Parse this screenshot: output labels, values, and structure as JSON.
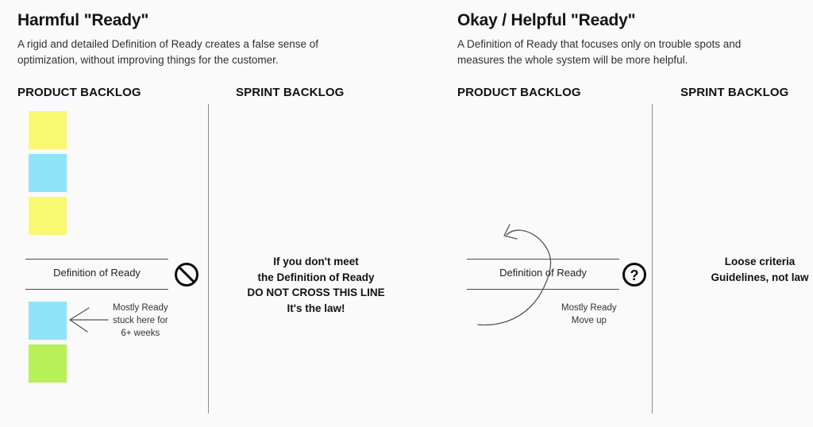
{
  "colors": {
    "background": "#FAFAFA",
    "note_yellow": "#F9F871",
    "note_blue": "#90E4F8",
    "note_green": "#B8F05A",
    "divider": "#8C8C8C",
    "text": "#1A1A1A",
    "line": "#4A4A4A"
  },
  "panels": [
    {
      "id": "harmful",
      "title": "Harmful \"Ready\"",
      "subtitle": "A rigid and detailed Definition of Ready creates a false sense of optimization, without improving things for the customer.",
      "product_backlog_header": "PRODUCT BACKLOG",
      "sprint_backlog_header": "SPRINT BACKLOG",
      "notes": [
        {
          "name": "note-1",
          "color": "#F9F871"
        },
        {
          "name": "note-2",
          "color": "#90E4F8"
        },
        {
          "name": "note-3",
          "color": "#F9F871"
        },
        {
          "name": "note-4",
          "color": "#90E4F8"
        },
        {
          "name": "note-5",
          "color": "#B8F05A"
        }
      ],
      "definition_of_ready_label": "Definition of Ready",
      "badge_icon": "no-entry-icon",
      "callout": "Mostly Ready\nstuck here for\n6+ weeks",
      "callout_lines": [
        "Mostly Ready",
        "stuck here for",
        "6+ weeks"
      ],
      "sprint_message_lines": [
        "If you don't meet",
        "the Definition of Ready",
        "DO NOT CROSS THIS LINE",
        "It's the law!"
      ]
    },
    {
      "id": "helpful",
      "title": "Okay / Helpful \"Ready\"",
      "subtitle": "A Definition of Ready that focuses only on trouble spots and measures the whole system will be more helpful.",
      "product_backlog_header": "PRODUCT BACKLOG",
      "sprint_backlog_header": "SPRINT BACKLOG",
      "notes": [
        {
          "name": "note-1",
          "color": "#F9F871"
        },
        {
          "name": "note-2",
          "color": "#90E4F8"
        },
        {
          "name": "note-3",
          "color": "#F9F871"
        },
        {
          "name": "note-4",
          "color": "#90E4F8"
        },
        {
          "name": "note-5",
          "color": "#B8F05A"
        }
      ],
      "definition_of_ready_label": "Definition of Ready",
      "badge_icon": "question-mark-icon",
      "callout": "Mostly Ready\nMove up",
      "callout_lines": [
        "Mostly Ready",
        "Move up"
      ],
      "sprint_message_lines": [
        "Loose criteria",
        "Guidelines, not law"
      ]
    }
  ]
}
